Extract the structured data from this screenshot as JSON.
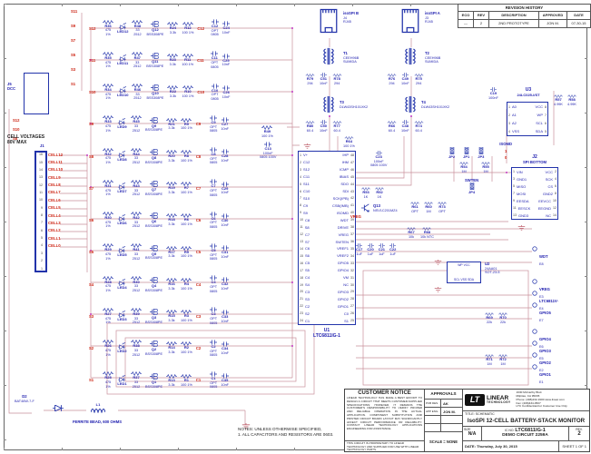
{
  "revision": {
    "title": "REVISION HISTORY",
    "headers": [
      "ECO",
      "REV",
      "DESCRIPTION",
      "APPROVED",
      "DATE"
    ],
    "row": [
      "—",
      "2",
      "2ND PROTOTYPE",
      "JON M.",
      "07-30-15"
    ]
  },
  "tb": {
    "notice_title": "CUSTOMER NOTICE",
    "notice_body": "LINEAR TECHNOLOGY HAS MADE A BEST EFFORT TO DESIGN A CIRCUIT THAT MEETS CUSTOMER-SUPPLIED SPECIFICATIONS; HOWEVER, IT REMAINS THE CUSTOMER'S RESPONSIBILITY TO VERIFY PROPER AND RELIABLE OPERATION IN THE ACTUAL APPLICATION. COMPONENT SUBSTITUTION AND PRINTED CIRCUIT BOARD LAYOUT MAY SIGNIFICANTLY AFFECT CIRCUIT PERFORMANCE OR RELIABILITY. CONTACT LINEAR TECHNOLOGY APPLICATIONS ENGINEERING FOR ASSISTANCE.",
    "notice_footer": "THIS CIRCUIT IS PROPRIETARY TO LINEAR TECHNOLOGY AND SUPPLIED FOR USE WITH LINEAR TECHNOLOGY PARTS.",
    "approvals_title": "APPROVALS",
    "approvals": [
      {
        "role": "PCB DES.",
        "name": "AK"
      },
      {
        "role": "APP ENG.",
        "name": "JON M."
      }
    ],
    "scale": "SCALE = NONE",
    "logo_mark": "LT",
    "company_line1": "LINEAR",
    "company_line2": "TECHNOLOGY",
    "address": [
      "1630 McCarthy Blvd.",
      "Milpitas, CA 95035",
      "Phone: (408)432-1900  www.linear.com",
      "Fax: (408)434-0507",
      "LTC Confidential-For Customer Use Only"
    ],
    "title_label": "TITLE: SCHEMATIC",
    "title": "IsoSPI 12-CELL BATTERY-STACK MONITOR",
    "size_label": "SIZE",
    "size": "N/A",
    "icno_label": "IC NO.",
    "icno": "LTC6811IG-1",
    "demo": "DEMO CIRCUIT 2259A",
    "rev_label": "REV.",
    "rev": "2",
    "date_label": "DATE:",
    "date": "Thursday, July 30, 2015",
    "sheet": "SHEET 1 OF 1"
  },
  "notes": {
    "line1": "NOTES: UNLESS OTHERWISE SPECIFIED,",
    "line2": "1.  ALL CAPACITORS AND RESISTORS ARE 0603."
  },
  "left": {
    "j5_ref": "J5",
    "j5_name": "DCC",
    "s_left": [
      "S12",
      "S10",
      "S8"
    ],
    "s_right": [
      "S11",
      "S9",
      "S7",
      "S5",
      "S3",
      "S1"
    ],
    "cv1": "CELL VOLTAGES",
    "cv2": "80V MAX",
    "j1_ref": "J1",
    "j1_pins": [
      {
        "n": 16,
        "net": "CELL12"
      },
      {
        "n": 15,
        "net": "CELL11"
      },
      {
        "n": 14,
        "net": "CELL10"
      },
      {
        "n": 13,
        "net": "CELL9"
      },
      {
        "n": 12,
        "net": "CELL8"
      },
      {
        "n": 11,
        "net": "CELL7"
      },
      {
        "n": 10,
        "net": "CELL6"
      },
      {
        "n": 9,
        "net": "CELL5"
      },
      {
        "n": 8,
        "net": "CELL4"
      },
      {
        "n": 7,
        "net": "CELL3"
      },
      {
        "n": 6,
        "net": "CELL2"
      },
      {
        "n": 5,
        "net": "CELL1"
      },
      {
        "n": 4,
        "net": "CELL0"
      },
      {
        "n": 3,
        "net": ""
      },
      {
        "n": 2,
        "net": ""
      },
      {
        "n": 1,
        "net": ""
      }
    ]
  },
  "power": {
    "d2": "D2",
    "d2_part": "BAT46W-7-F",
    "l1": "L1",
    "ferrite": "FERRITE BEAD, 600 OHMS",
    "r49": "R49",
    "r49v": "100 1%",
    "c13": "C13",
    "c13v": "100nF",
    "c13pkg": "0805 100V"
  },
  "cells": {
    "common": {
      "r_led": "475",
      "r_led_tol": "1%",
      "r_pwr": "33",
      "r_pwr_pkg": "2512",
      "q": "BSS308PE",
      "r_gate": "3.3k",
      "r_filt": "100 1%",
      "c_opt": "OPT",
      "c_opt_pkg": "0805",
      "c_filt": "10nF"
    },
    "rows": [
      {
        "s": "S12",
        "c": "C12",
        "r_led": "R36",
        "led": "LED12",
        "r_pwr": "R48",
        "q": "Q12",
        "r_gate": "R24",
        "r_filt": "R12",
        "c_opt": "C12",
        "c_filt": "C24"
      },
      {
        "s": "S11",
        "c": "C11",
        "r_led": "R35",
        "led": "LED11",
        "r_pwr": "R47",
        "q": "Q11",
        "r_gate": "R23",
        "r_filt": "R11",
        "c_opt": "C11",
        "c_filt": "C25"
      },
      {
        "s": "S10",
        "c": "C10",
        "r_led": "R34",
        "led": "LED10",
        "r_pwr": "R46",
        "q": "Q10",
        "r_gate": "R22",
        "r_filt": "R10",
        "c_opt": "C10",
        "c_filt": "C26"
      },
      {
        "s": "S9",
        "c": "C9",
        "r_led": "R33",
        "led": "LED9",
        "r_pwr": "R45",
        "q": "Q9",
        "r_gate": "R21",
        "r_filt": "R9",
        "c_opt": "C9",
        "c_filt": "C27"
      },
      {
        "s": "S8",
        "c": "C8",
        "r_led": "R32",
        "led": "LED8",
        "r_pwr": "R44",
        "q": "Q8",
        "r_gate": "R20",
        "r_filt": "R8",
        "c_opt": "C8",
        "c_filt": "C28"
      },
      {
        "s": "S7",
        "c": "C7",
        "r_led": "R31",
        "led": "LED7",
        "r_pwr": "R43",
        "q": "Q7",
        "r_gate": "R19",
        "r_filt": "R7",
        "c_opt": "C7",
        "c_filt": "C29"
      },
      {
        "s": "S6",
        "c": "C6",
        "r_led": "R30",
        "led": "LED6",
        "r_pwr": "R42",
        "q": "Q6",
        "r_gate": "R18",
        "r_filt": "R6",
        "c_opt": "C6",
        "c_filt": "C30"
      },
      {
        "s": "S5",
        "c": "C5",
        "r_led": "R29",
        "led": "LED5",
        "r_pwr": "R41",
        "q": "Q5",
        "r_gate": "R17",
        "r_filt": "R5",
        "c_opt": "C5",
        "c_filt": "C31"
      },
      {
        "s": "S4",
        "c": "C4",
        "r_led": "R28",
        "led": "LED4",
        "r_pwr": "R40",
        "q": "Q4",
        "r_gate": "R16",
        "r_filt": "R4",
        "c_opt": "C4",
        "c_filt": "C32"
      },
      {
        "s": "S3",
        "c": "C3",
        "r_led": "R27",
        "led": "LED3",
        "r_pwr": "R39",
        "q": "Q3",
        "r_gate": "R15",
        "r_filt": "R3",
        "c_opt": "C3",
        "c_filt": "C33"
      },
      {
        "s": "S2",
        "c": "C2",
        "r_led": "R26",
        "led": "LED2",
        "r_pwr": "R38",
        "q": "Q2",
        "r_gate": "R14",
        "r_filt": "R2",
        "c_opt": "C2",
        "c_filt": "C34"
      },
      {
        "s": "S1",
        "c": "C1",
        "r_led": "R25",
        "led": "LED1",
        "r_pwr": "R37",
        "q": "Q1",
        "r_gate": "R13",
        "r_filt": "R1",
        "c_opt": "C1",
        "c_filt": "C35"
      }
    ]
  },
  "u1": {
    "ref": "U1",
    "part": "LTC6811IG-1",
    "left": [
      {
        "n": 1,
        "name": "V+"
      },
      {
        "n": 2,
        "name": "C12"
      },
      {
        "n": 3,
        "name": "S12"
      },
      {
        "n": 4,
        "name": "C11"
      },
      {
        "n": 5,
        "name": "S11"
      },
      {
        "n": 6,
        "name": "C10"
      },
      {
        "n": 7,
        "name": "S10"
      },
      {
        "n": 8,
        "name": "C9"
      },
      {
        "n": 9,
        "name": "S9"
      },
      {
        "n": 10,
        "name": "C8"
      },
      {
        "n": 11,
        "name": "S8"
      },
      {
        "n": 12,
        "name": "C7"
      },
      {
        "n": 13,
        "name": "S7"
      },
      {
        "n": 14,
        "name": "C6"
      },
      {
        "n": 15,
        "name": "S6"
      },
      {
        "n": 16,
        "name": "C5"
      },
      {
        "n": 17,
        "name": "S5"
      },
      {
        "n": 18,
        "name": "C4"
      },
      {
        "n": 19,
        "name": "S4"
      },
      {
        "n": 20,
        "name": "C3"
      },
      {
        "n": 21,
        "name": "S3"
      },
      {
        "n": 22,
        "name": "C2"
      },
      {
        "n": 23,
        "name": "S2"
      },
      {
        "n": 24,
        "name": "C1"
      }
    ],
    "right": [
      {
        "n": 48,
        "name": "IHP"
      },
      {
        "n": 47,
        "name": "IHM"
      },
      {
        "n": 46,
        "name": "ICMP"
      },
      {
        "n": 45,
        "name": "IBIAS"
      },
      {
        "n": 44,
        "name": "SDO"
      },
      {
        "n": 43,
        "name": "SDI"
      },
      {
        "n": 42,
        "name": "SCK(IPB)"
      },
      {
        "n": 41,
        "name": "CSB(IMB)"
      },
      {
        "n": 40,
        "name": "ISOMD"
      },
      {
        "n": 39,
        "name": "WDT"
      },
      {
        "n": 38,
        "name": "DRIVE"
      },
      {
        "n": 37,
        "name": "VREG"
      },
      {
        "n": 36,
        "name": "SWTEN"
      },
      {
        "n": 35,
        "name": "VREF1"
      },
      {
        "n": 34,
        "name": "VREF2"
      },
      {
        "n": 33,
        "name": "GPIO5"
      },
      {
        "n": 32,
        "name": "GPIO4"
      },
      {
        "n": 31,
        "name": "VM"
      },
      {
        "n": 30,
        "name": "NC"
      },
      {
        "n": 29,
        "name": "GPIO3"
      },
      {
        "n": 28,
        "name": "GPIO2"
      },
      {
        "n": 27,
        "name": "GPIO1"
      },
      {
        "n": 26,
        "name": "C0"
      },
      {
        "n": 25,
        "name": "S1"
      }
    ]
  },
  "iso": {
    "b": {
      "conn_label": "isoSPI B",
      "conn_ref": "J4",
      "conn_type": "RJ45",
      "t_ref": "T1",
      "t_part": "CEEH96B",
      "t_mfr": "SUMIDA",
      "r1": "R79",
      "r1v": "294",
      "c1": "C51",
      "c1v": "10nF",
      "r2": "R78",
      "r2v": "294",
      "t2_ref": "T3",
      "t2_part": "DLW43SH101XK2",
      "r3": "R80",
      "r3v": "60.4",
      "c2": "C50",
      "c2v": "10nF",
      "r4": "R77",
      "r4v": "60.4"
    },
    "a": {
      "conn_label": "isoSPI A",
      "conn_ref": "J3",
      "conn_type": "RJ45",
      "t_ref": "T2",
      "t_part": "CEEH96B",
      "t_mfr": "SUMIDA",
      "r1": "R76",
      "r1v": "294",
      "c1": "C49",
      "c1v": "10nF",
      "r2": "R75",
      "r2v": "294",
      "t2_ref": "T4",
      "t2_part": "DLW43SH101XK2",
      "r3": "R66",
      "r3v": "60.4",
      "c2": "C48",
      "c2v": "10nF",
      "r4": "R74",
      "r4v": "60.4"
    },
    "r64": "R64",
    "r64v": "100 1%",
    "c23": "C23",
    "c23v": "100nF",
    "c23pkg": "0805 100V",
    "r53": "R53",
    "r53v": "1K",
    "r52": "R52",
    "r52v": "1K",
    "isomd": {
      "label": "ISOMD",
      "jp": [
        "JP2",
        "JP1",
        "JP3"
      ],
      "one": "1",
      "zero": "0",
      "r54": "R54",
      "r54v": "1M",
      "r55": "R55",
      "r55v": "1M"
    },
    "swten": {
      "label": "SWTEN",
      "jp": "JP4"
    }
  },
  "mid": {
    "vreg": "VREG",
    "q13": "Q13",
    "q13_part": "NSV1C201MZ4",
    "r61": "R61",
    "r61v": "OPT",
    "r60": "R60",
    "r60v": "1M",
    "r73": "R73",
    "r73v": "OPT",
    "r67": "R67",
    "r67v": "10k",
    "r68": "R68",
    "r68v": "10k NTC",
    "c17": "C17",
    "c20": "C20",
    "c21": "C21",
    "c22": "C22",
    "cv": "1uF"
  },
  "right": {
    "c19": "C19",
    "c19v": "100nF",
    "u3_ref": "U3",
    "u3_part": "24LC025-I/ST",
    "u3_left": [
      {
        "n": 1,
        "name": "A0"
      },
      {
        "n": 2,
        "name": "A1"
      },
      {
        "n": 3,
        "name": "A2"
      },
      {
        "n": 4,
        "name": "VSS"
      }
    ],
    "u3_right": [
      {
        "n": 8,
        "name": "VCC"
      },
      {
        "n": 7,
        "name": "WP"
      },
      {
        "n": 6,
        "name": "SCL"
      },
      {
        "n": 5,
        "name": "SDA"
      }
    ],
    "r57": "R57",
    "r57v": "4.99K",
    "r58": "R58",
    "r58v": "4.99K",
    "j2_ref": "J2",
    "j2_name": "SPI BOTTOM",
    "j2_left": [
      {
        "n": 1,
        "name": "VIN"
      },
      {
        "n": 3,
        "name": "GND1"
      },
      {
        "n": 5,
        "name": "MISO"
      },
      {
        "n": 7,
        "name": "MOSI"
      },
      {
        "n": 9,
        "name": "EESDA"
      },
      {
        "n": 11,
        "name": "EESCK"
      },
      {
        "n": 13,
        "name": "GND3"
      }
    ],
    "j2_right": [
      {
        "n": 2,
        "name": "VCC"
      },
      {
        "n": 4,
        "name": "SCK"
      },
      {
        "n": 6,
        "name": "CS"
      },
      {
        "n": 8,
        "name": "GND2"
      },
      {
        "n": 10,
        "name": "EEVCC"
      },
      {
        "n": 12,
        "name": "EEGND"
      },
      {
        "n": 14,
        "name": "NC"
      }
    ],
    "u2_ref": "U2",
    "u2_part": "24AA01",
    "u2_pkg": "SOT-23-5",
    "u2_top": "WP  VCC",
    "u2_bot": "SCL VSS SDA",
    "r69": "R69",
    "r69v": "22k",
    "r70": "R70",
    "r70v": "22k",
    "r71": "R71",
    "r71v": "1M",
    "r72": "R72",
    "r72v": "1M",
    "tps": [
      {
        "e": "E8",
        "net": "WDT"
      },
      {
        "e": "E3",
        "net": "VREG"
      },
      {
        "e": "E4",
        "net": "LTC6811V-"
      },
      {
        "e": "E7",
        "net": "GPIO5"
      },
      {
        "e": "E6",
        "net": "GPIO4"
      },
      {
        "e": "E5",
        "net": "GPIO3"
      },
      {
        "e": "E2",
        "net": "GPIO2"
      },
      {
        "e": "E1",
        "net": "GPIO1"
      }
    ]
  }
}
